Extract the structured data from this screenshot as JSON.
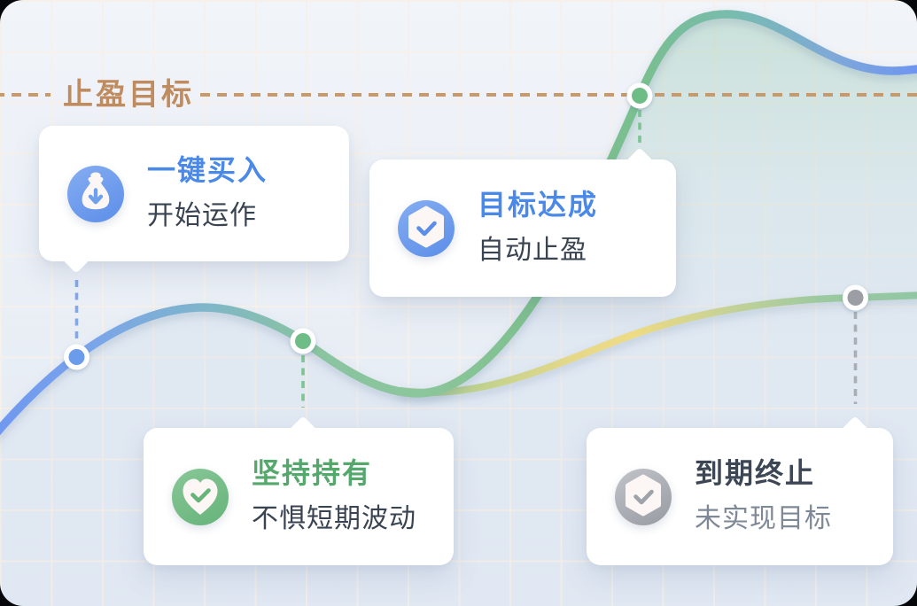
{
  "target_line": {
    "label": "止盈目标"
  },
  "milestones": [
    {
      "title": "一键买入",
      "subtitle": "开始运作",
      "icon": "money-bag-down-arrow-icon",
      "dot_color": "#6B9BEB"
    },
    {
      "title": "目标达成",
      "subtitle": "自动止盈",
      "icon": "hexagon-check-icon",
      "dot_color": "#6FBD86"
    },
    {
      "title": "坚持持有",
      "subtitle": "不惧短期波动",
      "icon": "heart-check-icon",
      "dot_color": "#6FBD86"
    },
    {
      "title": "到期终止",
      "subtitle": "未实现目标",
      "icon": "hexagon-check-icon",
      "dot_color": "#9B9FA5"
    }
  ],
  "colors": {
    "target_line": "#C8996B",
    "target_label": "#BE8C60",
    "title_blue": "#4A89E8",
    "title_green": "#55A86B",
    "title_dark": "#3C4654",
    "subtitle_dark": "#3A4352",
    "subtitle_muted": "#7F8897",
    "curve_blue": "#6E97F0",
    "curve_teal": "#7AB8C2",
    "curve_green": "#82C295",
    "curve_yellow": "#EDDB85",
    "icon_blue": "#5C8EE9",
    "icon_green": "#66B37A",
    "icon_gray": "#979BA2",
    "card_bg": "#FFFFFF"
  }
}
